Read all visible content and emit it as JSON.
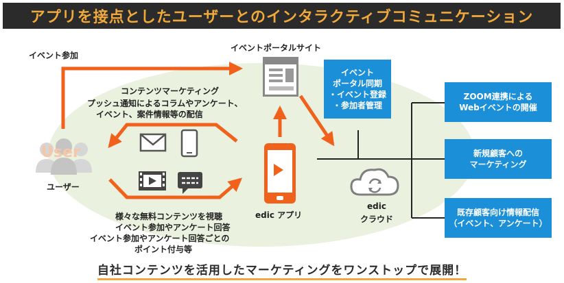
{
  "title": "アプリを接点としたユーザーとのインタラクティブコミュニケーション",
  "labels": {
    "event_join": "イベント参加",
    "portal_site": "イベントポータルサイト",
    "contents_marketing": "コンテンツマーケティング",
    "push_line1": "プッシュ通知によるコラムやアンケート、",
    "push_line2": "イベント、案件情報等の配信",
    "user_word": "User",
    "user": "ユーザー",
    "app": "edic アプリ",
    "cloud_line1": "edic",
    "cloud_line2": "クラウド",
    "free_line1": "様々な無料コンテンツを視聴",
    "free_line2": "イベント参加やアンケート回答",
    "free_line3": "イベント参加やアンケート回答ごとの",
    "free_line4": "ポイント付与等"
  },
  "boxes": {
    "sync": [
      "イベント",
      "ポータル同期",
      "・イベント登録",
      "・参加者管理"
    ],
    "zoom": [
      "ZOOM連携による",
      "Webイベントの開催"
    ],
    "new_customer": [
      "新規顧客への",
      "マーケティング"
    ],
    "existing": [
      "既存顧客向け情報配信",
      "（イベント、アンケート）"
    ]
  },
  "bottom": "自社コンテンツを活用したマーケティングをワンストップで展開！",
  "colors": {
    "title_bg": "#2b2b2b",
    "title_text": "#f0a93a",
    "accent": "#f0611b",
    "box": "#1b8fd8",
    "ellipse": "#eaf1df",
    "icon_gray": "#7f7f7f"
  },
  "icons": [
    "mail-icon",
    "smartphone-icon",
    "video-icon",
    "chat-icon",
    "user-group-icon",
    "cloud-sync-icon",
    "browser-window-icon"
  ]
}
